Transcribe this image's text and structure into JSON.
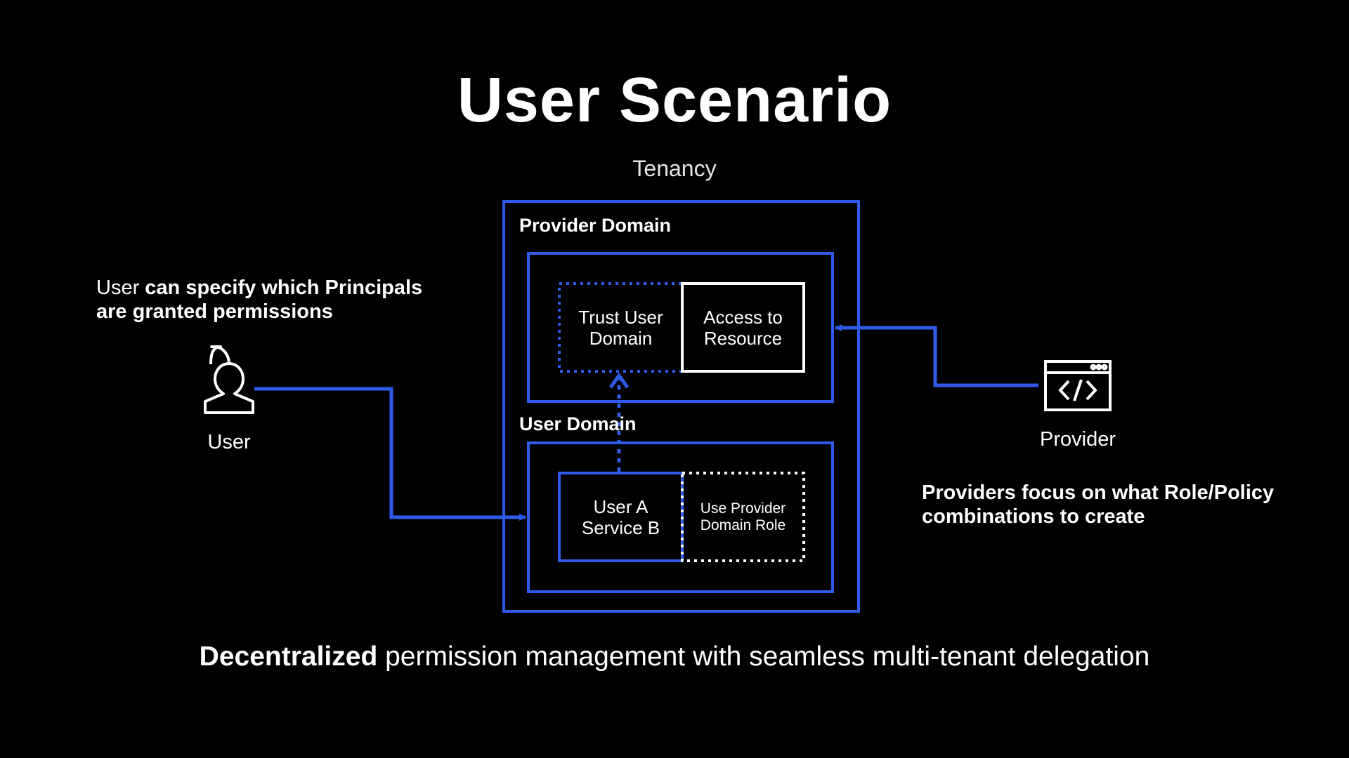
{
  "title": "User Scenario",
  "tenancy": {
    "label": "Tenancy"
  },
  "provider_domain": {
    "label": "Provider Domain",
    "nodes": {
      "trust_user_domain": "Trust User\nDomain",
      "access_to_resource": "Access to\nResource"
    }
  },
  "user_domain": {
    "label": "User Domain",
    "nodes": {
      "user_service": "User A\nService B",
      "use_provider_role": "Use Provider\nDomain Role"
    }
  },
  "user_actor": {
    "label": "User",
    "icon": "user-icon",
    "note_prefix": "User",
    "note_rest": " can specify which Principals",
    "note_line2": "are granted permissions"
  },
  "provider_actor": {
    "label": "Provider",
    "icon": "code-window-icon",
    "note_line1": "Providers focus on what Role/Policy",
    "note_line2": "combinations to create"
  },
  "footer": {
    "bold": "Decentralized",
    "rest": " permission management with seamless multi-tenant delegation"
  },
  "colors": {
    "background": "#000000",
    "accent_blue": "#2f5bea",
    "text": "#ffffff"
  }
}
